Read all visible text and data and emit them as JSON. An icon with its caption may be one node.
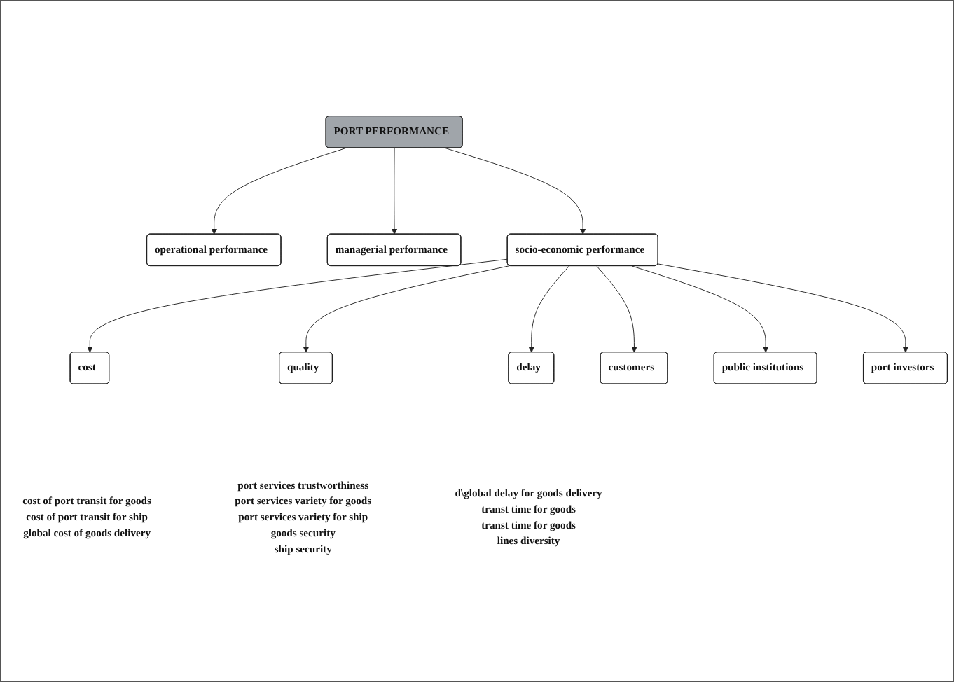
{
  "diagram": {
    "nodes": [
      {
        "text": [
          "PORT PERFORMANCE"
        ]
      },
      {
        "text": [
          "operational performance"
        ]
      },
      {
        "text": [
          "managerial performance"
        ]
      },
      {
        "text": [
          "socio-economic performance"
        ]
      },
      {
        "text": [
          "cost"
        ],
        "beside": [
          "cost of port transit for goods",
          "cost of port transit for ship",
          "global cost of goods delivery"
        ]
      },
      {
        "text": [
          "quality"
        ],
        "beside": [
          "port services trustworthiness",
          "port services variety for goods",
          "port services variety for ship",
          "goods security",
          "ship security"
        ]
      },
      {
        "text": [
          "delay"
        ],
        "beside": [
          "d\\global delay for goods delivery",
          "transt time for goods",
          "transt time for goods",
          "lines diversity"
        ]
      },
      {
        "text": [
          "customers"
        ]
      },
      {
        "text": [
          "public institutions"
        ]
      },
      {
        "text": [
          "port investors"
        ]
      }
    ],
    "edges": [
      {
        "from": 0,
        "to": 1,
        "arrow": "to"
      },
      {
        "from": 0,
        "to": 2,
        "arrow": "to"
      },
      {
        "from": 0,
        "to": 3,
        "arrow": "to"
      },
      {
        "from": 3,
        "to": 4,
        "arrow": "to"
      },
      {
        "from": 3,
        "to": 5,
        "arrow": "to"
      },
      {
        "from": 3,
        "to": 6,
        "arrow": "to"
      },
      {
        "from": 3,
        "to": 7,
        "arrow": "to"
      },
      {
        "from": 3,
        "to": 8,
        "arrow": "to"
      },
      {
        "from": 3,
        "to": 9,
        "arrow": "to"
      }
    ]
  }
}
